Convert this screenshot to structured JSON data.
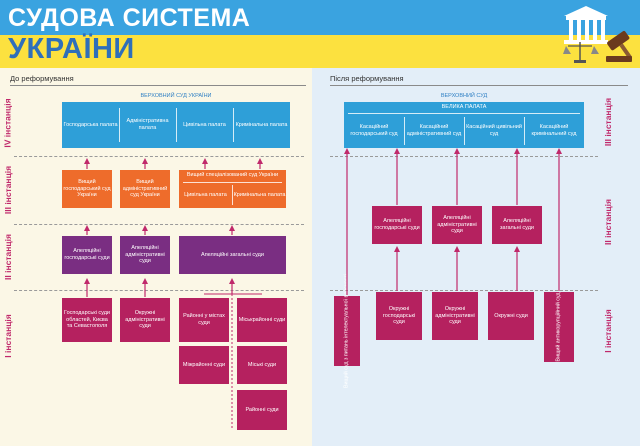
{
  "header": {
    "title_line1": "СУДОВА СИСТЕМА",
    "title_line2": "УКРАЇНИ"
  },
  "colors": {
    "header_yellow": "#fce13f",
    "header_blue": "#3aa3e0",
    "supreme": "#2e9fd8",
    "higher": "#ee6c2b",
    "appeal": "#7a2e82",
    "first": "#b5215f",
    "level_label": "#c0296b"
  },
  "icons": {
    "emblem": "court-building-gavel-icon"
  },
  "left": {
    "title": "До реформування",
    "levels": [
      "IV інстанція",
      "III інстанція",
      "II інстанція",
      "I інстанція"
    ],
    "supreme": {
      "title": "ВЕРХОВНИЙ СУД УКРАЇНИ",
      "chambers": [
        "Господарська палата",
        "Адміністративна палата",
        "Цивільна палата",
        "Кримінальна палата"
      ]
    },
    "higher": {
      "economic": "Вищий господарський суд України",
      "admin": "Вищий адміністративний суд України",
      "special_title": "Вищий спеціалізований суд України",
      "special_chambers": [
        "Цивільна палата",
        "Кримінальна палата"
      ]
    },
    "appeal": [
      "Апеляційні господарські суди",
      "Апеляційні адміністративні суди",
      "Апеляційні загальні суди"
    ],
    "first": {
      "economic": "Господарські суди областей, Києва та Севастополя",
      "admin": "Окружні адміністративні суди",
      "district_city": "Районні у містах суди",
      "city_district": "Міськрайонні суди",
      "interdistrict": "Міжрайонні суди",
      "city": "Міські суди",
      "district": "Районні суди"
    }
  },
  "right": {
    "title": "Після реформування",
    "levels": [
      "III інстанція",
      "II інстанція",
      "I інстанція"
    ],
    "supreme": {
      "title": "ВЕРХОВНИЙ СУД",
      "grand_chamber": "ВЕЛИКА ПАЛАТА",
      "cassation": [
        "Касаційний господарський суд",
        "Касаційний адміністративний суд",
        "Касаційний цивільний суд",
        "Касаційний кримінальний суд"
      ]
    },
    "appeal": [
      "Апеляційні господарські суди",
      "Апеляційні адміністративні суди",
      "Апеляційні загальні суди"
    ],
    "first": {
      "ip": "Вищий суд з питань інтелектуальної власності",
      "economic": "Окружні господарські суди",
      "admin": "Окружні адміністративні суди",
      "general": "Окружні суди",
      "anticorruption": "Вищий антикорупційний суд"
    }
  }
}
